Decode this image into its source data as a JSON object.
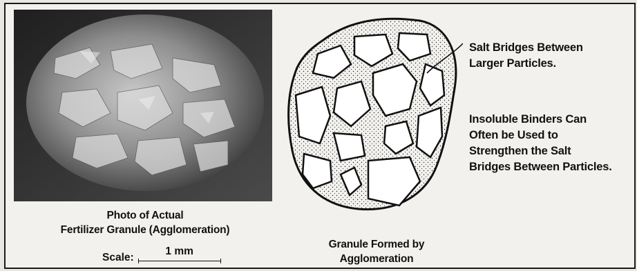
{
  "photo": {
    "caption_line1": "Photo of Actual",
    "caption_line2": "Fertilizer Granule (Agglomeration)",
    "scale_label": "Scale:",
    "scale_value": "1 mm"
  },
  "diagram": {
    "caption_line1": "Granule Formed by",
    "caption_line2": "Agglomeration",
    "annotation_salt_line1": "Salt Bridges Between",
    "annotation_salt_line2": "Larger Particles.",
    "annotation_binder_line1": "Insoluble Binders Can",
    "annotation_binder_line2": "Often be Used to",
    "annotation_binder_line3": "Strengthen the Salt",
    "annotation_binder_line4": "Bridges Between Particles."
  },
  "colors": {
    "ink": "#111111",
    "photo_dark": "#2a2a2a",
    "photo_light": "#bdbdbd",
    "paper": "#f2f1ee"
  }
}
